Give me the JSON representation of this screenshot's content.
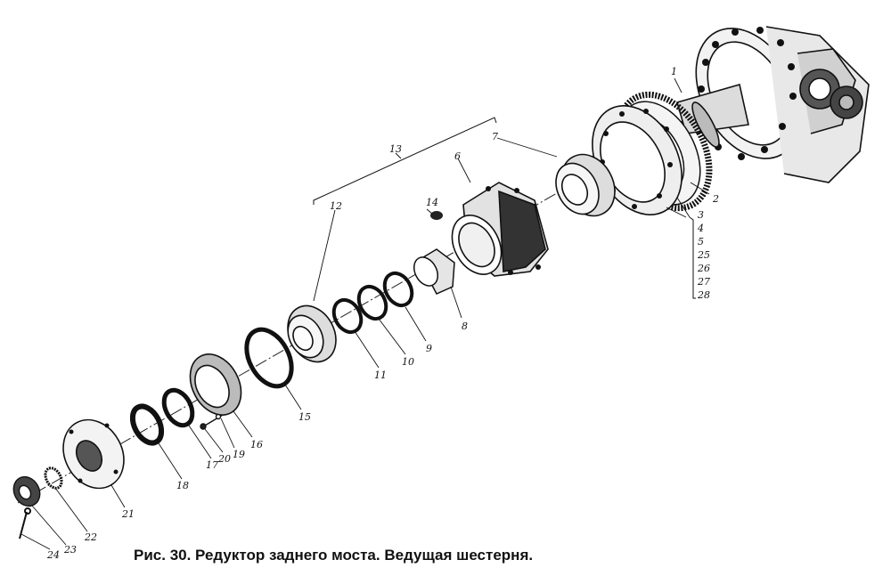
{
  "figure": {
    "caption": "Рис. 30. Редуктор заднего моста. Ведущая шестерня."
  },
  "callouts": [
    {
      "id": "n1",
      "label": "1"
    },
    {
      "id": "n2",
      "label": "2"
    },
    {
      "id": "n3",
      "label": "3"
    },
    {
      "id": "n4",
      "label": "4"
    },
    {
      "id": "n5",
      "label": "5"
    },
    {
      "id": "n25",
      "label": "25"
    },
    {
      "id": "n26",
      "label": "26"
    },
    {
      "id": "n27",
      "label": "27"
    },
    {
      "id": "n28",
      "label": "28"
    },
    {
      "id": "n6",
      "label": "6"
    },
    {
      "id": "n7",
      "label": "7"
    },
    {
      "id": "n8",
      "label": "8"
    },
    {
      "id": "n9",
      "label": "9"
    },
    {
      "id": "n10",
      "label": "10"
    },
    {
      "id": "n11",
      "label": "11"
    },
    {
      "id": "n12",
      "label": "12"
    },
    {
      "id": "n13",
      "label": "13"
    },
    {
      "id": "n14",
      "label": "14"
    },
    {
      "id": "n15",
      "label": "15"
    },
    {
      "id": "n16",
      "label": "16"
    },
    {
      "id": "n17",
      "label": "17"
    },
    {
      "id": "n18",
      "label": "18"
    },
    {
      "id": "n19",
      "label": "19"
    },
    {
      "id": "n20",
      "label": "20"
    },
    {
      "id": "n21",
      "label": "21"
    },
    {
      "id": "n22",
      "label": "22"
    },
    {
      "id": "n23",
      "label": "23"
    },
    {
      "id": "n24",
      "label": "24"
    }
  ]
}
